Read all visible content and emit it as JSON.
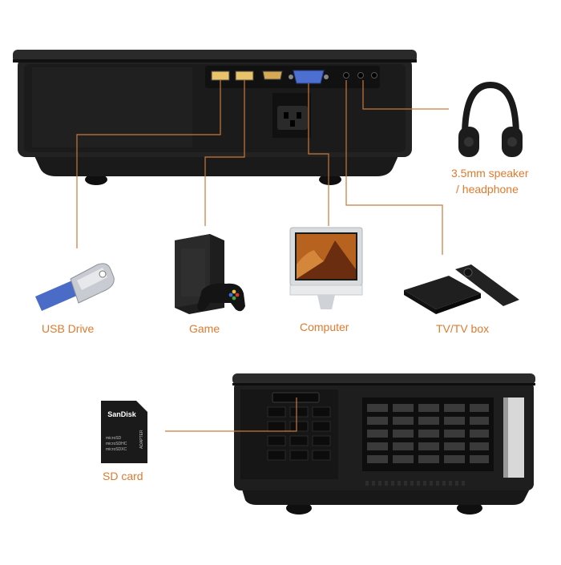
{
  "labels": {
    "speaker_line1": "3.5mm speaker",
    "speaker_line2": "/ headphone",
    "usb": "USB Drive",
    "game": "Game",
    "computer": "Computer",
    "tvbox": "TV/TV box",
    "sdcard": "SD card"
  },
  "sd_card": {
    "brand": "SanDisk",
    "line1": "microSD",
    "line2": "microSDHC",
    "line3": "microSDXC",
    "side": "ADAPTER"
  },
  "colors": {
    "accent": "#e07a2e",
    "projector_body": "#1b1b1b",
    "connector_line": "#c9793a"
  }
}
